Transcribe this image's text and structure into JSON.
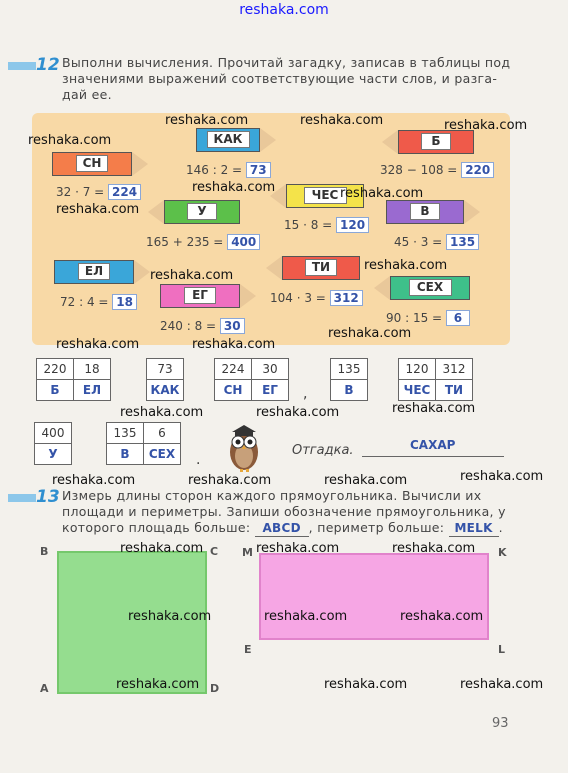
{
  "site_label": "reshaka.com",
  "watermark": "reshaka.com",
  "task12": {
    "number": "12",
    "text": [
      "Выполни вычисления. Прочитай загадку, записав в таблицы под",
      "значениями выражений соответствующие части слов, и разга-",
      "дай ее."
    ],
    "pencils": [
      {
        "syllable": "СН",
        "expr": "32 · 7 =",
        "answer": "224",
        "color": "#f47d4a"
      },
      {
        "syllable": "КАК",
        "expr": "146 : 2 =",
        "answer": "73",
        "color": "#3aa6d9"
      },
      {
        "syllable": "Б",
        "expr": "328 − 108 =",
        "answer": "220",
        "color": "#ef5a4a"
      },
      {
        "syllable": "У",
        "expr": "165 + 235 =",
        "answer": "400",
        "color": "#5cc04a"
      },
      {
        "syllable": "ЧЕС",
        "expr": "15 · 8 =",
        "answer": "120",
        "color": "#f4e34a"
      },
      {
        "syllable": "В",
        "expr": "45 · 3 =",
        "answer": "135",
        "color": "#9a6ad0"
      },
      {
        "syllable": "ЕЛ",
        "expr": "72 : 4 =",
        "answer": "18",
        "color": "#3aa6d9"
      },
      {
        "syllable": "ЕГ",
        "expr": "240 : 8 =",
        "answer": "30",
        "color": "#ef6fc0"
      },
      {
        "syllable": "ТИ",
        "expr": "104 · 3 =",
        "answer": "312",
        "color": "#ef5a4a"
      },
      {
        "syllable": "СЕХ",
        "expr": "90 : 15 =",
        "answer": "6",
        "color": "#3ec08a"
      }
    ],
    "tables": [
      {
        "nums": [
          "220",
          "18"
        ],
        "words": [
          "Б",
          "ЕЛ"
        ]
      },
      {
        "nums": [
          "73"
        ],
        "words": [
          "КАК"
        ]
      },
      {
        "nums": [
          "224",
          "30"
        ],
        "words": [
          "СН",
          "ЕГ"
        ]
      },
      {
        "nums": [
          "135"
        ],
        "words": [
          "В"
        ]
      },
      {
        "nums": [
          "120",
          "312"
        ],
        "words": [
          "ЧЕС",
          "ТИ"
        ]
      },
      {
        "nums": [
          "400"
        ],
        "words": [
          "У"
        ]
      },
      {
        "nums": [
          "135",
          "6"
        ],
        "words": [
          "В",
          "СЕХ"
        ]
      }
    ],
    "comma": ",",
    "period": ".",
    "hint_label": "Отгадка.",
    "hint_answer": "САХАР"
  },
  "task13": {
    "number": "13",
    "text": [
      "Измерь длины сторон каждого прямоугольника. Вычисли их",
      "площади и периметры. Запиши обозначение прямоугольника, у",
      "которого площадь больше:",
      ", периметр больше:"
    ],
    "area_answer": "ABCD",
    "perimeter_answer": "MELK",
    "period": ".",
    "vertices_green": {
      "top_left": "B",
      "top_right": "C",
      "bottom_left": "A",
      "bottom_right": "D"
    },
    "vertices_pink": {
      "top_left": "M",
      "top_right": "K",
      "bottom_left": "E",
      "bottom_right": "L"
    }
  },
  "page_number": "93"
}
